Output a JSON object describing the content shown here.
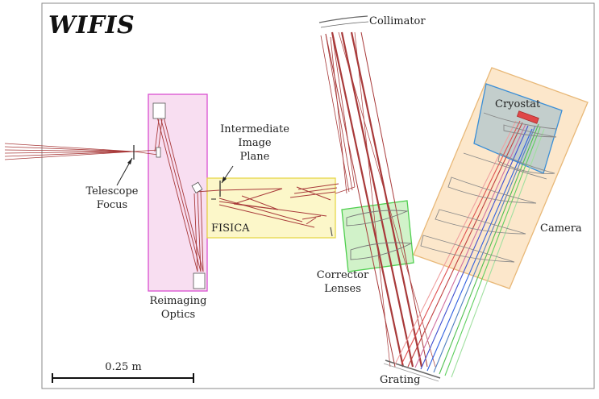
{
  "title": "WIFIS",
  "labels": {
    "collimator": "Collimator",
    "intermediate": [
      "Intermediate",
      "Image",
      "Plane"
    ],
    "telescope": [
      "Telescope",
      "Focus"
    ],
    "reimaging": [
      "Reimaging",
      "Optics"
    ],
    "fisica": "FISICA",
    "corrector": [
      "Corrector",
      "Lenses"
    ],
    "cryostat": "Cryostat",
    "camera": "Camera",
    "grating": "Grating"
  },
  "scale_bar": "0.25 m",
  "colors": {
    "reimaging_box": "#f7d8ef",
    "reimaging_border": "#d94fd0",
    "fisica_box": "#fbf6bf",
    "fisica_border": "#e6d84a",
    "corrector_box": "#c9f0c0",
    "corrector_border": "#4fcf4f",
    "camera_box": "#fbe3c2",
    "camera_border": "#e8b878",
    "cryostat_box": "#b9c9cc",
    "cryostat_border": "#3a8ed6",
    "beam": "#a83a3a",
    "detector": "#e04848"
  }
}
